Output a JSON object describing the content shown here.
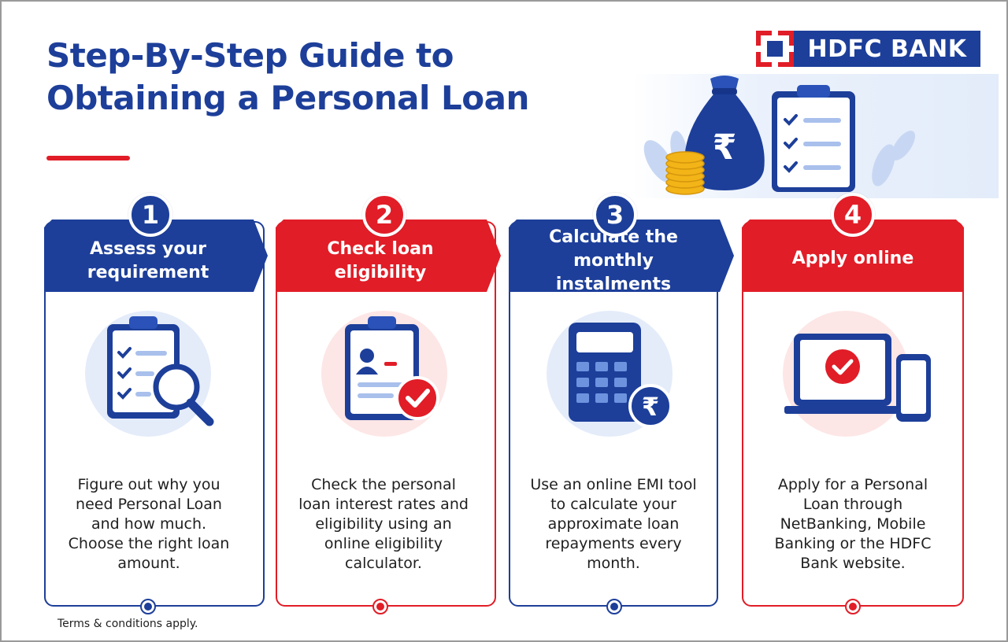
{
  "title_line1": "Step-By-Step Guide to",
  "title_line2": "Obtaining a Personal Loan",
  "brand": {
    "name": "HDFC BANK",
    "primary": "#1d3f9a",
    "accent": "#e11d27"
  },
  "hero": {
    "bag_symbol": "₹",
    "icons": [
      "money-bag-icon",
      "gold-coins-icon",
      "checklist-clipboard-icon"
    ]
  },
  "steps": [
    {
      "number": "1",
      "title_l1": "Assess your",
      "title_l2": "requirement",
      "color": "blue",
      "icon": "clipboard-magnifier-icon",
      "desc": [
        "Figure out why you",
        "need  Personal Loan",
        "and how much.",
        "Choose the right loan",
        "amount."
      ]
    },
    {
      "number": "2",
      "title_l1": "Check loan",
      "title_l2": "eligibility",
      "color": "red",
      "icon": "profile-clipboard-check-icon",
      "desc": [
        "Check the personal",
        "loan interest rates and",
        "eligibility using an",
        "online eligibility",
        "calculator."
      ]
    },
    {
      "number": "3",
      "title_l1": "Calculate the monthly",
      "title_l2": "instalments",
      "color": "blue",
      "icon": "calculator-rupee-icon",
      "rupee": "₹",
      "desc": [
        "Use an online EMI tool",
        "to calculate your",
        "approximate loan",
        "repayments every",
        "month."
      ]
    },
    {
      "number": "4",
      "title_l1": "Apply online",
      "title_l2": "",
      "color": "red",
      "icon": "laptop-phone-check-icon",
      "desc": [
        "Apply for a Personal",
        "Loan through",
        "NetBanking, Mobile",
        "Banking or the HDFC",
        "Bank website."
      ]
    }
  ],
  "footer": {
    "terms": "Terms & conditions apply."
  }
}
